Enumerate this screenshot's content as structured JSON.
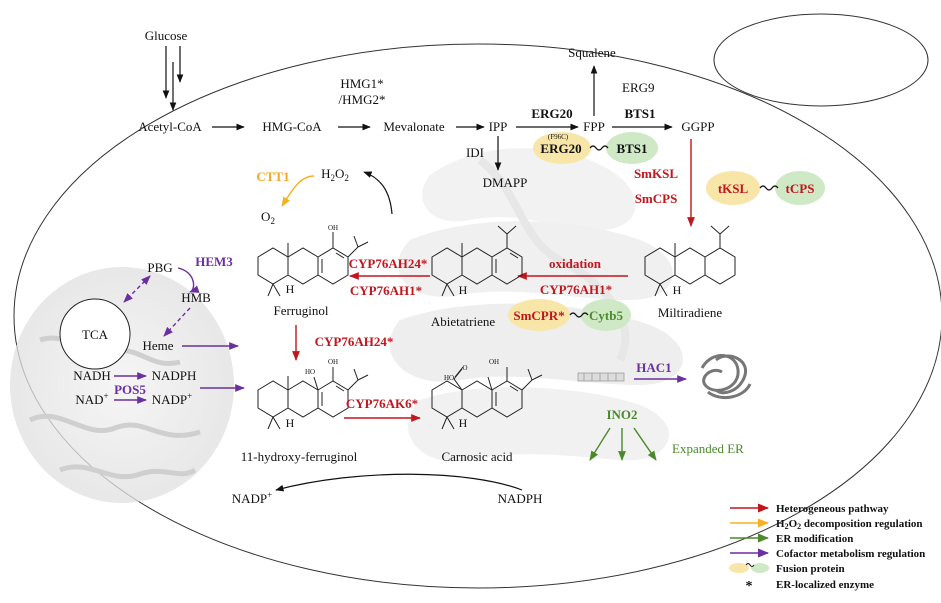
{
  "colors": {
    "heterogeneous": "#c0161d",
    "h2o2": "#f5b21e",
    "er_mod": "#4a8a2a",
    "cofactor": "#6a2fa0",
    "fusion_yellow": "#f8e6a8",
    "fusion_green": "#cfe8c6"
  },
  "metabolites": {
    "glucose": "Glucose",
    "acetyl_coa": "Acetyl-CoA",
    "hmg_coa": "HMG-CoA",
    "mevalonate": "Mevalonate",
    "ipp": "IPP",
    "dmapp": "DMAPP",
    "fpp": "FPP",
    "ggpp": "GGPP",
    "squalene": "Squalene",
    "h2o2_main": "H",
    "h2o2_sub1": "2",
    "h2o2_mid": "O",
    "h2o2_sub2": "2",
    "o2_main": "O",
    "o2_sub": "2",
    "ferruginol": "Ferruginol",
    "abietatriene": "Abietatriene",
    "miltiradiene": "Miltiradiene",
    "hydroxy_ferruginol": "11-hydroxy-ferruginol",
    "carnosic_acid": "Carnosic acid",
    "pbg": "PBG",
    "hmb": "HMB",
    "heme": "Heme",
    "tca": "TCA",
    "nadh": "NADH",
    "nadph": "NADPH",
    "nad_main": "NAD",
    "nad_sup": "+",
    "nadp_main": "NADP",
    "nadp_sup": "+",
    "nadph_bottom": "NADPH",
    "nadp_bottom_main": "NADP",
    "nadp_bottom_sup": "+",
    "expanded_er": "Expanded ER"
  },
  "enzymes": {
    "hmg": "HMG1*",
    "hmg2": "/HMG2*",
    "erg20": "ERG20",
    "erg9": "ERG9",
    "bts1": "BTS1",
    "idi": "IDI",
    "erg20_fusion": "ERG20",
    "f96c": "(F96C)",
    "bts1_fusion": "BTS1",
    "smksl": "SmKSL",
    "smcps": "SmCPS",
    "tksl": "tKSL",
    "tcps": "tCPS",
    "ctt1": "CTT1",
    "cyp76ah24_a": "CYP76AH24*",
    "cyp76ah1_a": "CYP76AH1*",
    "oxidation": "oxidation",
    "cyp76ah1_b": "CYP76AH1*",
    "smcpr": "SmCPR*",
    "cytb5": "Cytb5",
    "cyp76ah24_b": "CYP76AH24*",
    "cyp76ak6": "CYP76AK6*",
    "hem3": "HEM3",
    "pos5": "POS5",
    "hac1": "HAC1",
    "ino2": "INO2"
  },
  "structure_labels": {
    "oh_ferruginol": "OH",
    "h_ferruginol": "H",
    "h_abietatriene": "H",
    "h_miltiradiene": "H",
    "oh1_hydroxy": "HO",
    "oh2_hydroxy": "OH",
    "h_hydroxy": "H",
    "oh_carnosic": "OH",
    "ho_carnosic": "HO",
    "o_carnosic": "O",
    "h_carnosic": "H"
  },
  "legend": {
    "heterogeneous": "Heterogeneous pathway",
    "h2o2_pre": "H",
    "h2o2_sub1": "2",
    "h2o2_mid": "O",
    "h2o2_sub2": "2",
    "h2o2_post": " decomposition regulation",
    "er_mod": "ER modification",
    "cofactor": "Cofactor metabolism regulation",
    "fusion": "Fusion protein",
    "asterisk": "*",
    "er_localized": "ER-localized enzyme"
  }
}
